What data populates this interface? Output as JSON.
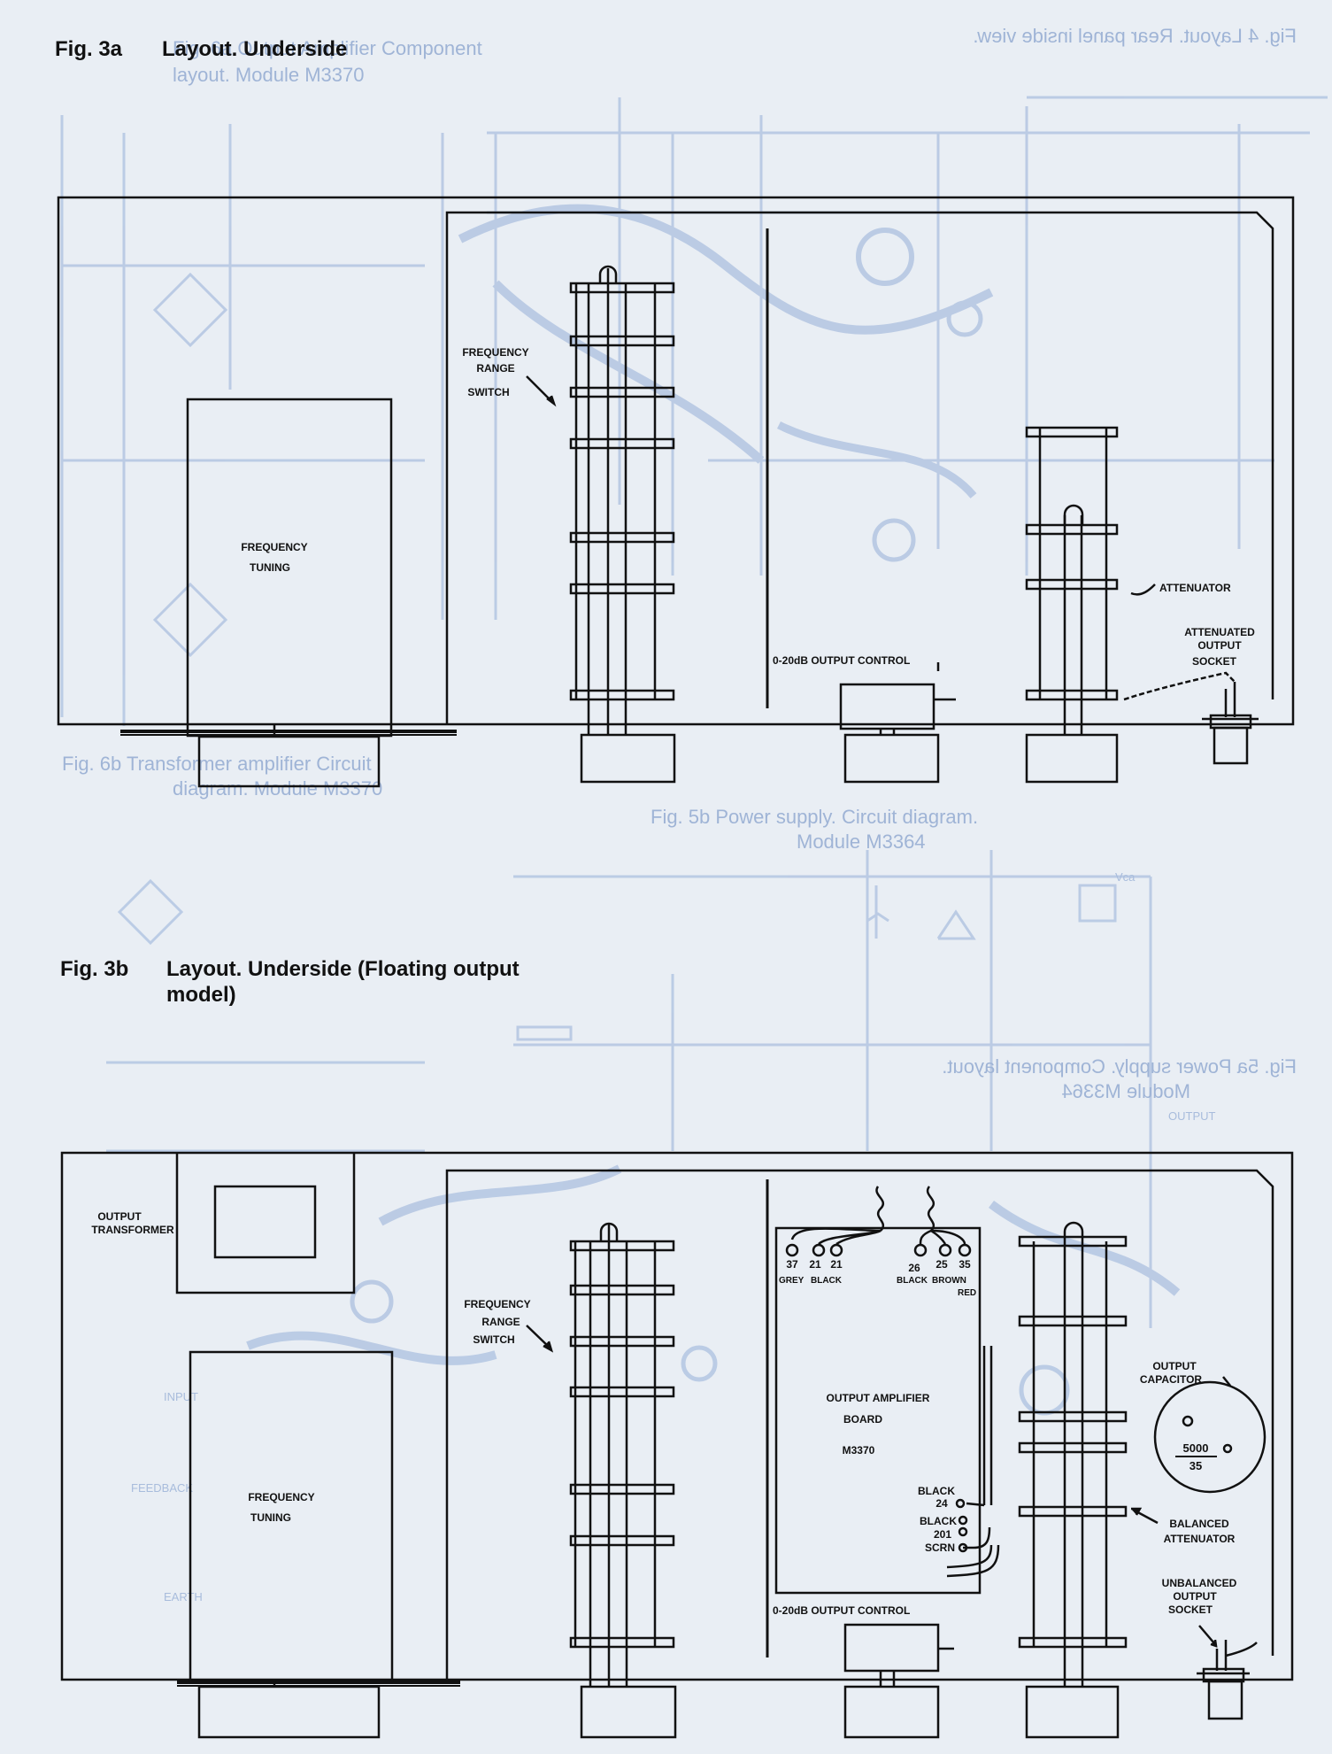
{
  "page": {
    "colors": {
      "paper": "#e9eef4",
      "ink": "#111111",
      "bleed": "#a6bbdc"
    }
  },
  "fig3a": {
    "title_num": "Fig. 3a",
    "title": "Layout. Underside",
    "labels": {
      "freq_range_1": "FREQUENCY",
      "freq_range_2": "RANGE",
      "freq_range_3": "SWITCH",
      "freq_tuning_1": "FREQUENCY",
      "freq_tuning_2": "TUNING",
      "output_control": "0-20dB OUTPUT CONTROL",
      "attenuator": "ATTENUATOR",
      "att_socket_1": "ATTENUATED",
      "att_socket_2": "OUTPUT",
      "att_socket_3": "SOCKET"
    }
  },
  "fig3b": {
    "title_num": "Fig. 3b",
    "title_line1": "Layout. Underside (Floating output",
    "title_line2": "model)",
    "labels": {
      "out_transformer_1": "OUTPUT",
      "out_transformer_2": "TRANSFORMER",
      "freq_range_1": "FREQUENCY",
      "freq_range_2": "RANGE",
      "freq_range_3": "SWITCH",
      "freq_tuning_1": "FREQUENCY",
      "freq_tuning_2": "TUNING",
      "amp_board_1": "OUTPUT AMPLIFIER",
      "amp_board_2": "BOARD",
      "amp_board_3": "M3370",
      "pin_37": "37",
      "pin_21a": "21",
      "pin_21b": "21",
      "pin_26": "26",
      "pin_25": "25",
      "pin_35": "35",
      "grey": "GREY",
      "black_a": "BLACK",
      "black_b": "BLACK",
      "brown": "BROWN",
      "red": "RED",
      "black_24_1": "BLACK",
      "black_24_2": "24",
      "black_201_1": "BLACK",
      "black_201_2": "201",
      "scrn": "SCRN",
      "output_control": "0-20dB OUTPUT CONTROL",
      "out_cap_1": "OUTPUT",
      "out_cap_2": "CAPACITOR",
      "cap_value_1": "5000",
      "cap_value_2": "35",
      "bal_att_1": "BALANCED",
      "bal_att_2": "ATTENUATOR",
      "unbal_1": "UNBALANCED",
      "unbal_2": "OUTPUT",
      "unbal_3": "SOCKET"
    }
  },
  "bleed_through": {
    "comp_layout_1": "Fig. 6a Output Amplifier Component",
    "comp_layout_2": "layout. Module M3370",
    "rear_panel": "Fig. 4 Layout. Rear panel inside view.",
    "circuit_6b_1": "Fig. 6b Transformer amplifier Circuit",
    "circuit_6b_2": "diagram. Module M3370",
    "ps_circuit_1": "Fig. 5b Power supply. Circuit diagram.",
    "ps_circuit_2": "Module M3364",
    "ps_layout_1": "Fig. 5a Power supply. Component layout.",
    "ps_layout_2": "Module M3364",
    "input": "INPUT",
    "feedback": "FEEDBACK",
    "earth": "EARTH",
    "output": "OUTPUT",
    "vca": "Vca"
  }
}
